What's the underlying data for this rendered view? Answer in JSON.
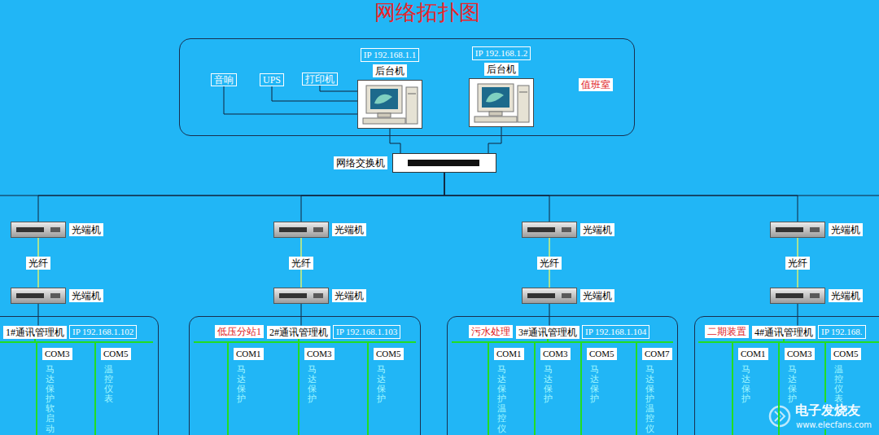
{
  "diagram": {
    "title": "网络拓扑图",
    "nodes": [
      {
        "text": [
          "值班室"
        ]
      },
      {
        "text": [
          "音响"
        ],
        "in": 0
      },
      {
        "text": [
          "UPS"
        ],
        "in": 0
      },
      {
        "text": [
          "打印机"
        ],
        "in": 0
      },
      {
        "text": [
          "IP 192.168.1.1",
          "后台机"
        ],
        "in": 0
      },
      {
        "text": [
          "IP 192.168.1.2",
          "后台机"
        ],
        "in": 0
      },
      {
        "text": [
          "网络交换机"
        ]
      },
      {
        "text": [
          "光端机"
        ]
      },
      {
        "text": [
          "光端机"
        ]
      },
      {
        "text": []
      },
      {
        "text": [
          "1#通讯管理机",
          "IP 192.168.1.102"
        ],
        "in": 9
      },
      {
        "text": [
          "COM3",
          "马达保护软启动"
        ],
        "in": 9
      },
      {
        "text": [
          "COM5",
          "温控仪表"
        ],
        "in": 9
      },
      {
        "text": [
          "光端机"
        ]
      },
      {
        "text": [
          "光端机"
        ]
      },
      {
        "text": [
          "低压分站1"
        ]
      },
      {
        "text": [
          "2#通讯管理机",
          "IP 192.168.1.103"
        ],
        "in": 15
      },
      {
        "text": [
          "COM1",
          "马达保护"
        ],
        "in": 15
      },
      {
        "text": [
          "COM3",
          "马达保护"
        ],
        "in": 15
      },
      {
        "text": [
          "COM5",
          "马达保护"
        ],
        "in": 15
      },
      {
        "text": [
          "光端机"
        ]
      },
      {
        "text": [
          "光端机"
        ]
      },
      {
        "text": [
          "污水处理"
        ]
      },
      {
        "text": [
          "3#通讯管理机",
          "IP 192.168.1.104"
        ],
        "in": 22
      },
      {
        "text": [
          "COM1",
          "马达保护温控仪"
        ],
        "in": 22
      },
      {
        "text": [
          "COM3",
          "马达保护"
        ],
        "in": 22
      },
      {
        "text": [
          "COM5",
          "马达保护"
        ],
        "in": 22
      },
      {
        "text": [
          "COM7",
          "马达保护温控仪"
        ],
        "in": 22
      },
      {
        "text": [
          "光端机"
        ]
      },
      {
        "text": [
          "光端机"
        ]
      },
      {
        "text": [
          "二期装置"
        ]
      },
      {
        "text": [
          "4#通讯管理机",
          "IP 192.168."
        ],
        "in": 30
      },
      {
        "text": [
          "COM1",
          "马达保护"
        ],
        "in": 30
      },
      {
        "text": [
          "COM3",
          "马达保护"
        ],
        "in": 30
      },
      {
        "text": [
          "COM5",
          "温控仪表"
        ],
        "in": 30
      }
    ],
    "edges": [
      {
        "from": 1,
        "to": 4,
        "arrow": "none"
      },
      {
        "from": 2,
        "to": 4,
        "arrow": "none"
      },
      {
        "from": 3,
        "to": 4,
        "arrow": "none"
      },
      {
        "from": 4,
        "to": 6,
        "arrow": "none"
      },
      {
        "from": 5,
        "to": 6,
        "arrow": "none"
      },
      {
        "from": 6,
        "to": 7,
        "arrow": "none"
      },
      {
        "from": 7,
        "to": 8,
        "label": "光纤",
        "arrow": "none"
      },
      {
        "from": 8,
        "to": 10,
        "arrow": "none"
      },
      {
        "from": 10,
        "to": 11,
        "arrow": "none"
      },
      {
        "from": 10,
        "to": 12,
        "arrow": "none"
      },
      {
        "from": 6,
        "to": 13,
        "arrow": "none"
      },
      {
        "from": 13,
        "to": 14,
        "label": "光纤",
        "arrow": "none"
      },
      {
        "from": 14,
        "to": 16,
        "arrow": "none"
      },
      {
        "from": 16,
        "to": 17,
        "arrow": "none"
      },
      {
        "from": 16,
        "to": 18,
        "arrow": "none"
      },
      {
        "from": 16,
        "to": 19,
        "arrow": "none"
      },
      {
        "from": 6,
        "to": 20,
        "arrow": "none"
      },
      {
        "from": 20,
        "to": 21,
        "label": "光纤",
        "arrow": "none"
      },
      {
        "from": 21,
        "to": 23,
        "arrow": "none"
      },
      {
        "from": 23,
        "to": 24,
        "arrow": "none"
      },
      {
        "from": 23,
        "to": 25,
        "arrow": "none"
      },
      {
        "from": 23,
        "to": 26,
        "arrow": "none"
      },
      {
        "from": 23,
        "to": 27,
        "arrow": "none"
      },
      {
        "from": 6,
        "to": 28,
        "arrow": "none"
      },
      {
        "from": 28,
        "to": 29,
        "label": "光纤",
        "arrow": "none"
      },
      {
        "from": 29,
        "to": 31,
        "arrow": "none"
      },
      {
        "from": 31,
        "to": 32,
        "arrow": "none"
      },
      {
        "from": 31,
        "to": 33,
        "arrow": "none"
      },
      {
        "from": 31,
        "to": 34,
        "arrow": "none"
      }
    ],
    "labels": [
      "电子发烧友",
      "www.elecfans.com"
    ]
  }
}
